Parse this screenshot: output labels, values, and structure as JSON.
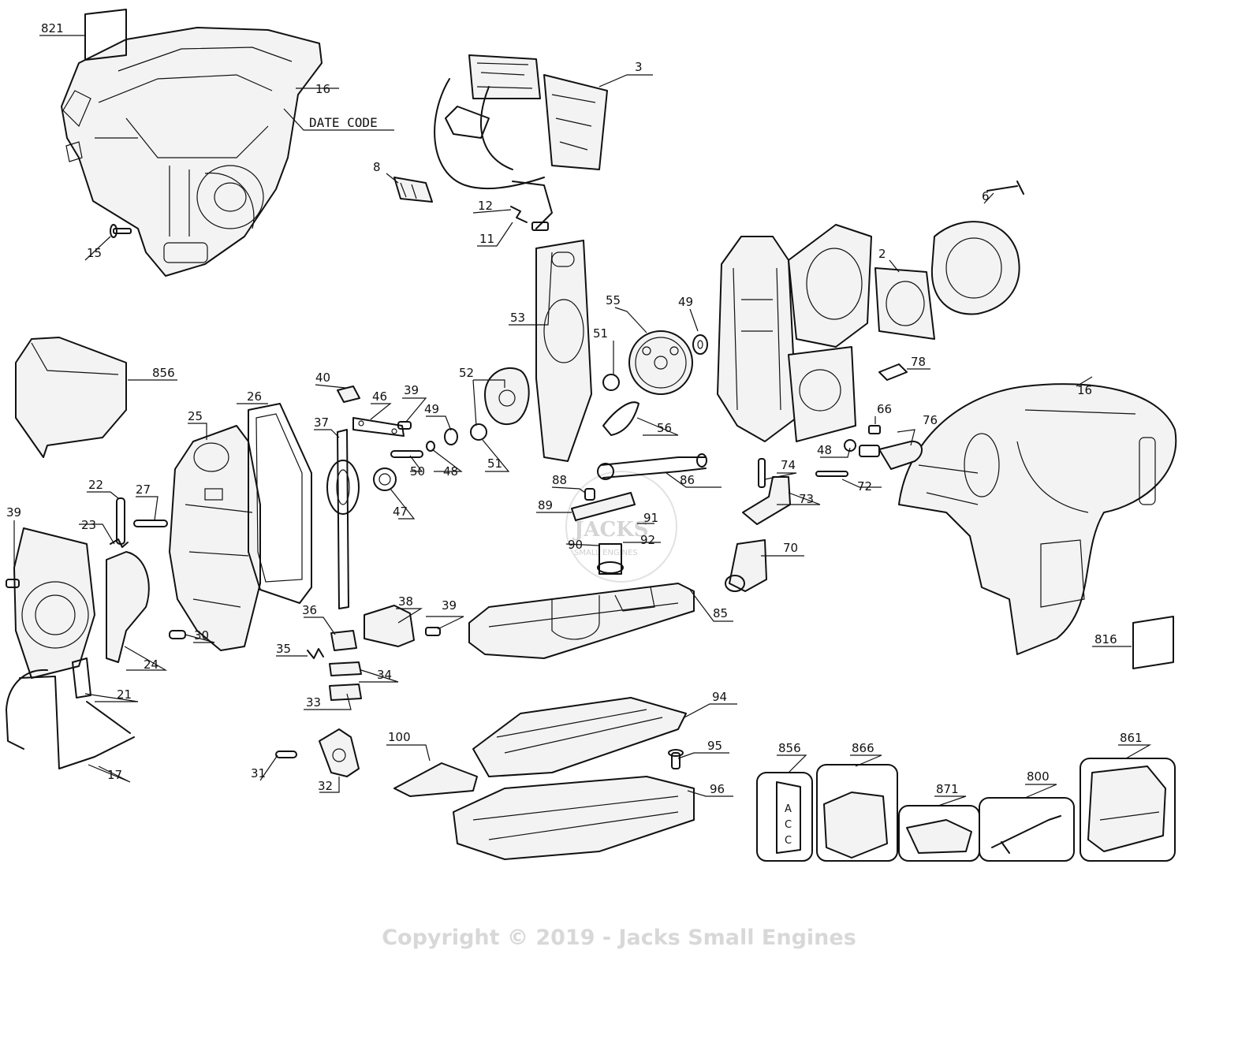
{
  "callouts": [
    "821",
    "16",
    "DATE CODE",
    "3",
    "8",
    "12",
    "11",
    "15",
    "6",
    "2",
    "55",
    "49",
    "53",
    "51",
    "52",
    "856",
    "40",
    "46",
    "39",
    "26",
    "25",
    "37",
    "49",
    "48",
    "50",
    "51",
    "56",
    "78",
    "16",
    "66",
    "76",
    "48",
    "74",
    "72",
    "86",
    "88",
    "89",
    "91",
    "90",
    "92",
    "73",
    "70",
    "22",
    "27",
    "23",
    "39",
    "47",
    "38",
    "39",
    "85",
    "36",
    "35",
    "34",
    "33",
    "24",
    "30",
    "21",
    "17",
    "31",
    "32",
    "94",
    "95",
    "100",
    "96",
    "816",
    "856",
    "866",
    "871",
    "800",
    "861"
  ],
  "accessory_label": [
    "A",
    "C",
    "C"
  ],
  "watermark": {
    "copyright": "Copyright © 2019 - Jacks Small Engines",
    "logo_main": "JACKS",
    "logo_sub": "SMALL ENGINES"
  }
}
